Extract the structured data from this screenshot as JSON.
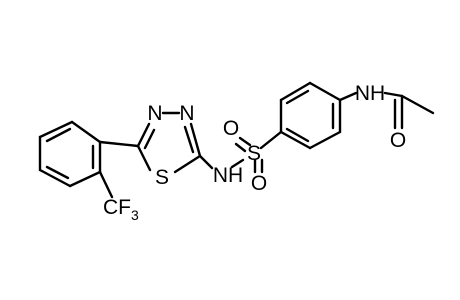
{
  "molecule": {
    "atom_labels": {
      "acetamide_nh": "NH",
      "carbonyl_o": "O",
      "sulfonyl_s": "S",
      "sulfonyl_o_top": "O",
      "sulfonyl_o_bottom": "O",
      "sulfonamide_nh": "NH",
      "ring_s": "S",
      "ring_n_left": "N",
      "ring_n_right": "N",
      "cf3_main": "CF",
      "cf3_sub": "3"
    }
  }
}
